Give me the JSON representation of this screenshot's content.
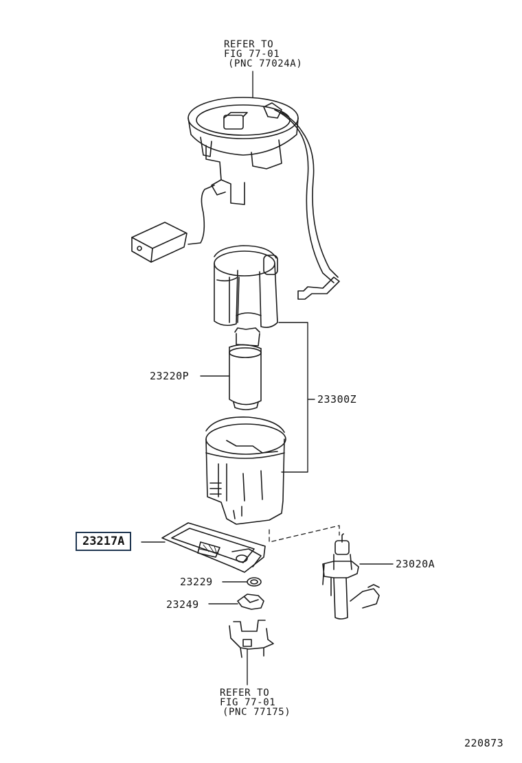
{
  "diagram": {
    "refs": {
      "top": [
        "REFER TO",
        "FIG 77-01",
        "(PNC 77024A)"
      ],
      "bottom": [
        "REFER TO",
        "FIG 77-01",
        "(PNC 77175)"
      ]
    },
    "parts": {
      "pump": "23220P",
      "assembly": "23300Z",
      "filter": "23217A",
      "valve": "23020A",
      "ring": "23229",
      "clip": "23249"
    },
    "figure_number": "220873",
    "highlight_color": "#1e3550"
  }
}
